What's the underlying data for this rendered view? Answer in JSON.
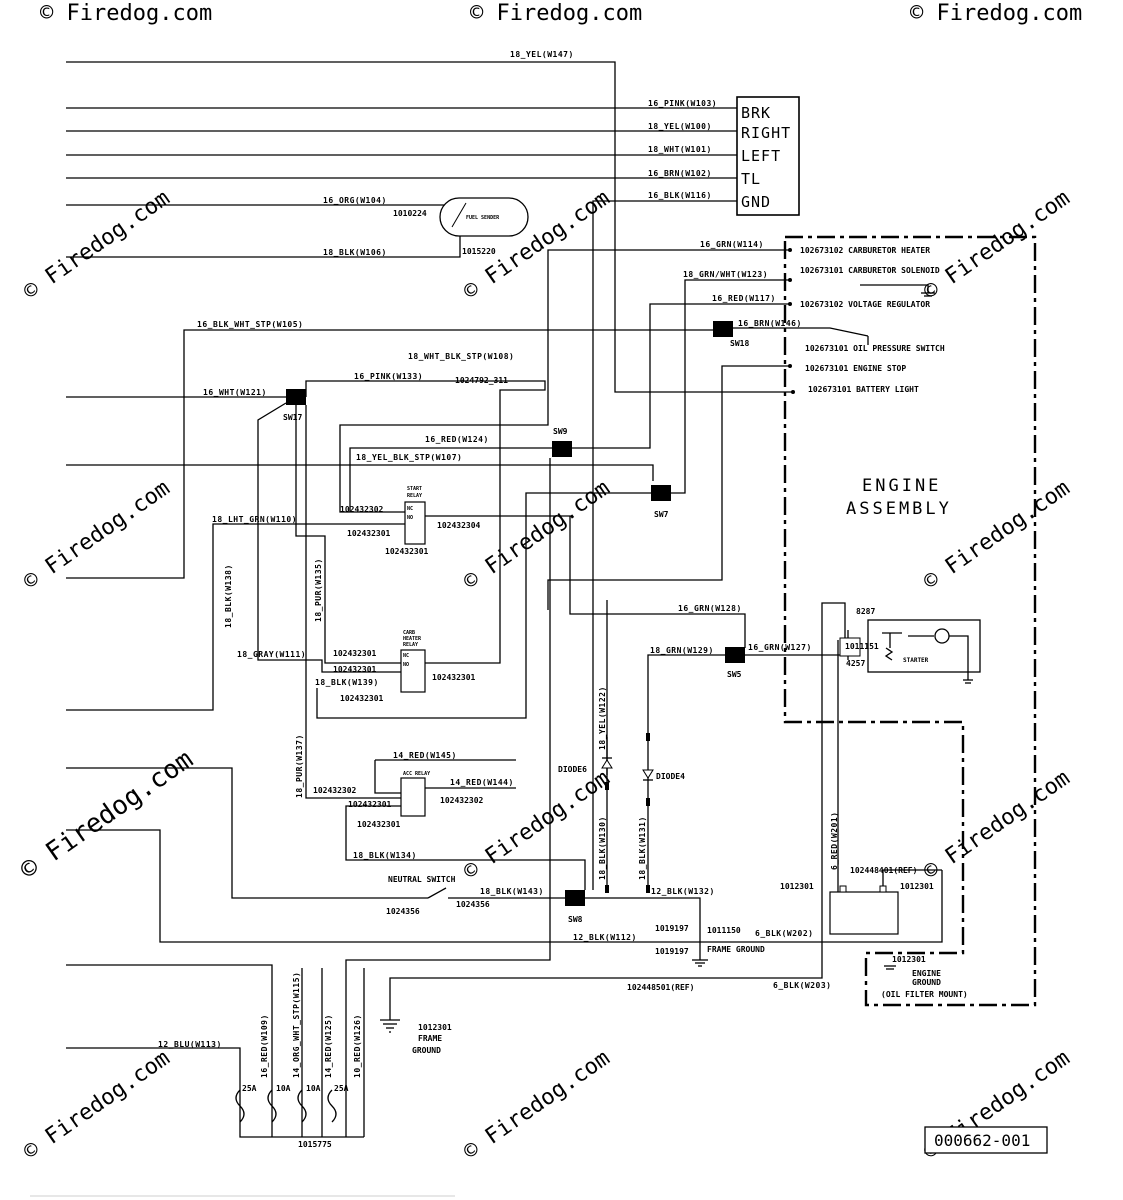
{
  "title_block": {
    "drawing_number": "000662-001"
  },
  "watermark": {
    "text": "© Firedog.com"
  },
  "connector": {
    "pins": [
      "BRK",
      "RIGHT",
      "LEFT",
      "TL",
      "GND"
    ]
  },
  "engine": {
    "title_line1": "ENGINE",
    "title_line2": "ASSEMBLY",
    "items": [
      "102673102 CARBURETOR HEATER",
      "102673101 CARBURETOR SOLENOID",
      "102673102 VOLTAGE REGULATOR",
      "102673101 OIL PRESSURE SWITCH",
      "102673101 ENGINE STOP",
      "102673101 BATTERY LIGHT"
    ],
    "ground_id": "1012301",
    "ground_label_1": "ENGINE",
    "ground_label_2": "GROUND",
    "ground_label_3": "(OIL FILTER MOUNT)"
  },
  "wires": {
    "w147": "18_YEL(W147)",
    "w103": "16_PINK(W103)",
    "w100": "18_YEL(W100)",
    "w101": "18_WHT(W101)",
    "w102": "16_BRN(W102)",
    "w116": "16_BLK(W116)",
    "w104": "16_ORG(W104)",
    "w106": "18_BLK(W106)",
    "w114": "16_GRN(W114)",
    "w123": "18_GRN/WHT(W123)",
    "w117": "16_RED(W117)",
    "w105": "16_BLK_WHT_STP(W105)",
    "w146": "16_BRN(W146)",
    "w108": "18_WHT_BLK_STP(W108)",
    "w133": "16_PINK(W133)",
    "w121": "16_WHT(W121)",
    "w124": "16_RED(W124)",
    "w107": "18_YEL_BLK_STP(W107)",
    "w110": "18_LHT_GRN(W110)",
    "w138": "18_BLK(W138)",
    "w135": "18_PUR(W135)",
    "w128": "16_GRN(W128)",
    "w129": "18_GRN(W129)",
    "w127": "16_GRN(W127)",
    "w111": "18_GRAY(W111)",
    "w139": "18_BLK(W139)",
    "w122": "18_YEL(W122)",
    "w145": "14_RED(W145)",
    "w144": "14_RED(W144)",
    "w137": "18_PUR(W137)",
    "w130": "18_BLK(W130)",
    "w131": "18_BLK(W131)",
    "w201": "6_RED(W201)",
    "w134": "18_BLK(W134)",
    "w143": "18_BLK(W143)",
    "w132": "12_BLK(W132)",
    "w112": "12_BLK(W112)",
    "w202": "6_BLK(W202)",
    "w203": "6_BLK(W203)",
    "w113": "12_BLU(W113)",
    "w109": "16_RED(W109)",
    "w115": "14_ORG_WHT_STP(W115)",
    "w125": "14_RED(W125)",
    "w126": "10_RED(W126)"
  },
  "parts": {
    "fuel_sender": "FUEL SENDER",
    "fuel_top": "1010224",
    "fuel_bottom": "1015220",
    "p1024792": "1024792_311",
    "start_relay_1": "START",
    "start_relay_2": "RELAY",
    "start_left": "102432302",
    "start_right": "102432304",
    "start_left2": "102432301",
    "start_bottom": "102432301",
    "carb_1": "CARB",
    "carb_2": "HEATER",
    "carb_3": "RELAY",
    "carb_left1": "102432301",
    "carb_left2": "102432301",
    "carb_right": "102432301",
    "carb_bottom": "102432301",
    "acc_relay": "ACC RELAY",
    "acc_left1": "102432302",
    "acc_left2": "102432301",
    "acc_right": "102432302",
    "acc_bottom": "102432301",
    "nc": "NC",
    "no": "NO",
    "neutral": "NEUTRAL SWITCH",
    "neutral_left": "1024356",
    "neutral_right": "1024356",
    "diode6": "DIODE6",
    "diode4": "DIODE4",
    "p8287": "8287",
    "p1011151": "1011151",
    "p4257": "4257",
    "starter": "STARTER",
    "battery_ref": "102448401(REF)",
    "battery_left": "1012301",
    "battery_right": "1012301",
    "p1019197a": "1019197",
    "p1011150": "1011150",
    "p1019197b": "1019197",
    "frame_ground": "FRAME GROUND",
    "ref2": "102448501(REF)",
    "fg_id": "1012301",
    "fg_1": "FRAME",
    "fg_2": "GROUND",
    "fuse_25a_1": "25A",
    "fuse_10a_1": "10A",
    "fuse_10a_2": "10A",
    "fuse_25a_2": "25A",
    "fuse_block": "1015775"
  },
  "switches": {
    "sw17": "SW17",
    "sw18": "SW18",
    "sw9": "SW9",
    "sw7": "SW7",
    "sw5": "SW5",
    "sw8": "SW8"
  }
}
